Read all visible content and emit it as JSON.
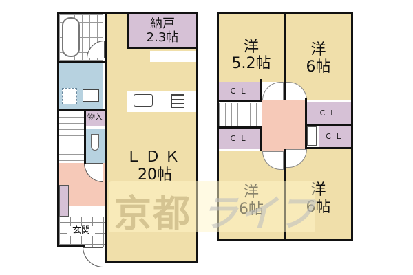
{
  "floor1": {
    "storage": {
      "name": "納戸",
      "size": "2.3帖"
    },
    "ldk": {
      "name": "ＬＤＫ",
      "size": "20帖"
    },
    "closet_small": {
      "name": "物入"
    },
    "entrance": {
      "name": "玄関"
    }
  },
  "floor2": {
    "room_a": {
      "name": "洋",
      "size": "5.2帖"
    },
    "room_b": {
      "name": "洋",
      "size": "6帖"
    },
    "room_c": {
      "name": "洋",
      "size": "6帖"
    },
    "room_d": {
      "name": "洋",
      "size": "6帖"
    },
    "closets": [
      "ＣＬ",
      "ＣＬ",
      "ＣＬ",
      "ＣＬ"
    ]
  },
  "watermark": {
    "text_main": "京都",
    "text_sub": "ライフ"
  },
  "colors": {
    "living": "#f0dfaa",
    "storage": "#d6c1d6",
    "wet": "#b7d2e0",
    "hall": "#f6c9b8",
    "wall": "#111111"
  }
}
